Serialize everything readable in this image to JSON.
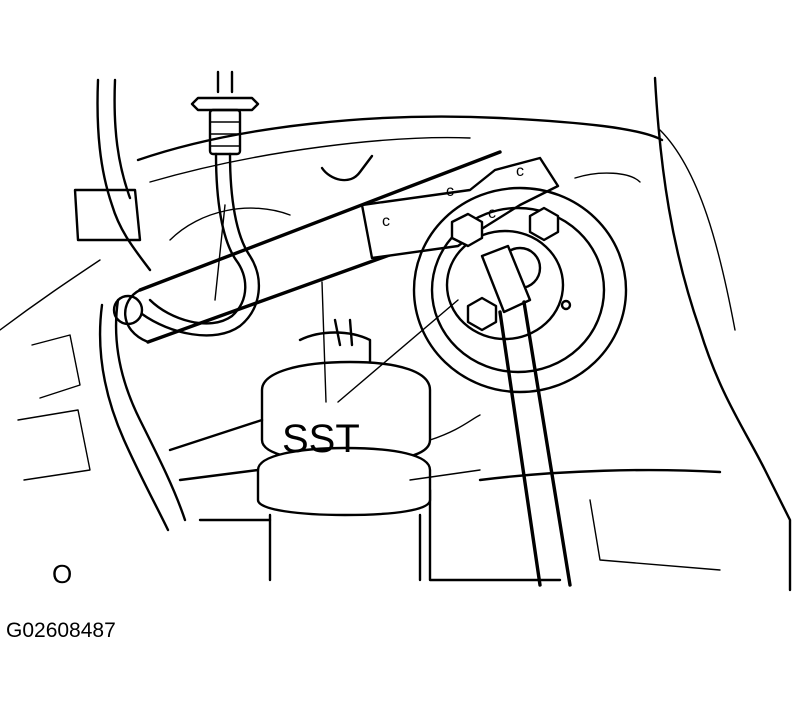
{
  "diagram": {
    "callout_label": "SST",
    "corner_mark": "O",
    "figure_code": "G02608487"
  }
}
